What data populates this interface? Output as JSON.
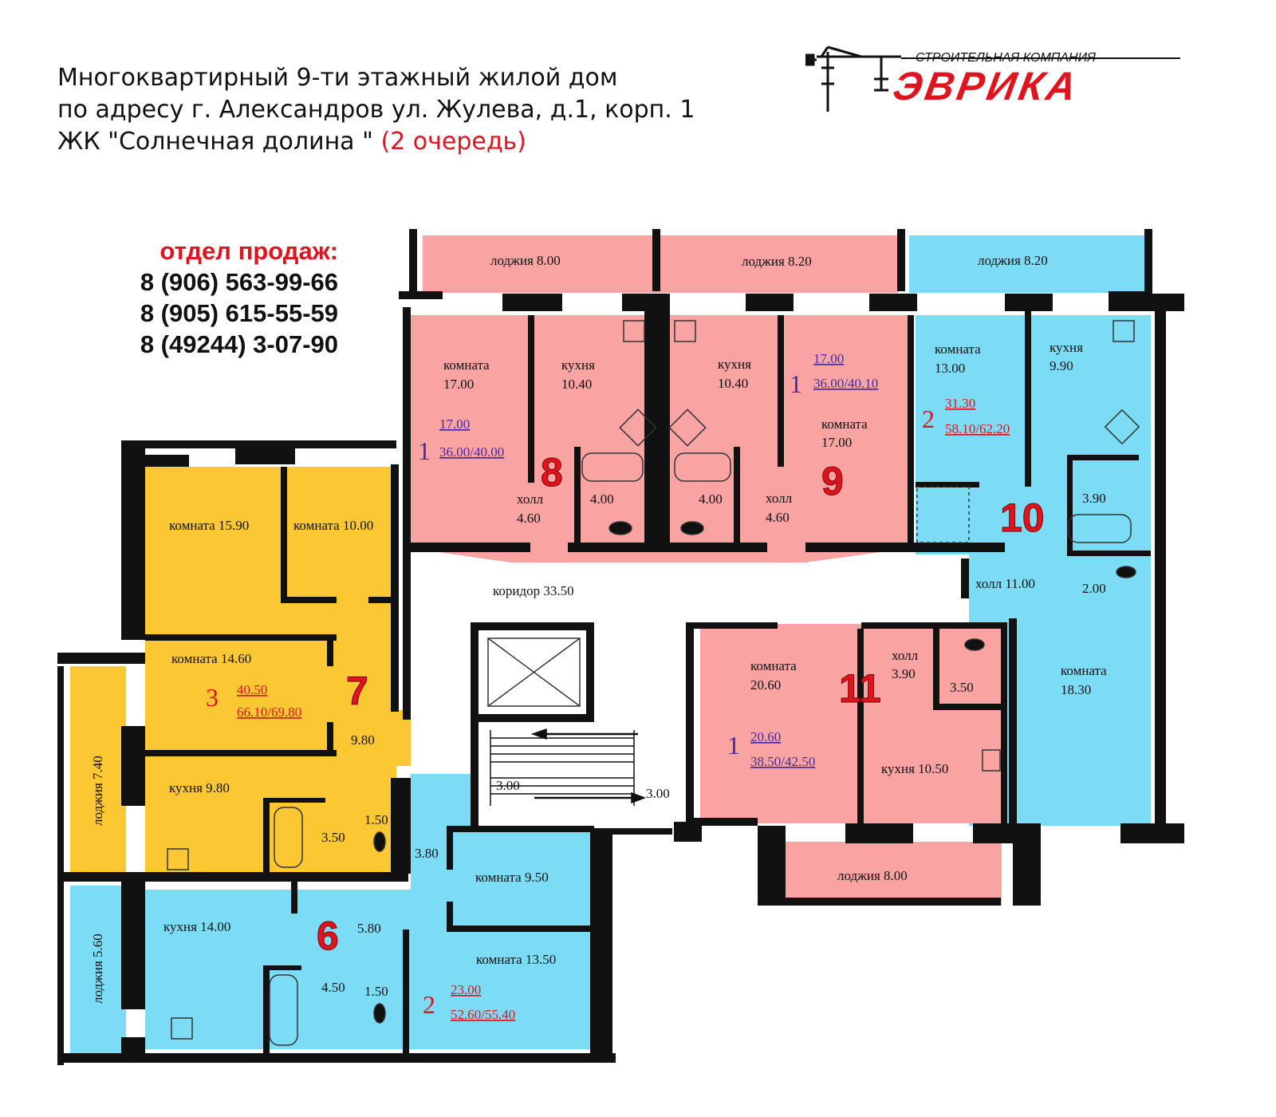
{
  "header": {
    "line1": "Многоквартирный 9-ти этажный жилой дом",
    "line2": "по адресу г. Александров ул. Жулева, д.1, корп. 1",
    "line3_main": "ЖК \"Солнечная долина \"",
    "line3_red": "(2 очередь)"
  },
  "sales": {
    "title": "отдел продаж:",
    "phones": [
      "8 (906) 563-99-66",
      "8 (905) 615-55-59",
      "8 (49244) 3-07-90"
    ]
  },
  "logo": {
    "tagline": "СТРОИТЕЛЬНАЯ КОМПАНИЯ",
    "name": "ЭВРИКА"
  },
  "colors": {
    "pink": "#f9a3a3",
    "blue": "#7ddcf5",
    "yellow": "#fbc733",
    "wall": "#111111",
    "red": "#e0141e",
    "purple": "#4a2aa0"
  },
  "apartments": [
    {
      "number": "7",
      "rooms": "3",
      "living": "40.50",
      "total": "66.10/69.80"
    },
    {
      "number": "8",
      "rooms": "1",
      "living": "17.00",
      "total": "36.00/40.00"
    },
    {
      "number": "9",
      "rooms": "1",
      "living": "17.00",
      "total": "36.00/40.10"
    },
    {
      "number": "10",
      "rooms": "2",
      "living": "31.30",
      "total": "58.10/62.20"
    },
    {
      "number": "11",
      "rooms": "1",
      "living": "20.60",
      "total": "38.50/42.50"
    },
    {
      "number": "6",
      "rooms": "2",
      "living": "23.00",
      "total": "52.60/55.40"
    }
  ],
  "labels": {
    "loggia_800_a": "лоджия 8.00",
    "loggia_820_a": "лоджия  8.20",
    "loggia_820_b": "лоджия  8.20",
    "loggia_800_b": "лоджия  8.00",
    "loggia_740": "лоджия  7.40",
    "loggia_560": "лоджия  5.60",
    "a8_room": "комната",
    "a8_room_v": "17.00",
    "a8_kitchen": "кухня",
    "a8_kitchen_v": "10.40",
    "a8_hall": "холл",
    "a8_hall_v": "4.60",
    "a8_bath": "4.00",
    "a9_kitchen": "кухня",
    "a9_kitchen_v": "10.40",
    "a9_room": "комната",
    "a9_room_v": "17.00",
    "a9_hall": "холл",
    "a9_hall_v": "4.60",
    "a9_bath": "4.00",
    "a10_room": "комната",
    "a10_room_v": "13.00",
    "a10_kitchen": "кухня",
    "a10_kitchen_v": "9.90",
    "a10_bath": "3.90",
    "a10_hall": "холл  11.00",
    "a10_wc": "2.00",
    "a10_room2": "комната",
    "a10_room2_v": "18.30",
    "a7_room1": "комната  15.90",
    "a7_room2": "комната  10.00",
    "a7_room3": "комната  14.60",
    "a7_hall": "9.80",
    "a7_kitchen": "кухня   9.80",
    "a7_bath": "3.50",
    "a7_wc": "1.50",
    "corridor": "коридор    33.50",
    "stair_left": "3.00",
    "stair_right": "3.00",
    "a11_room": "комната",
    "a11_room_v": "20.60",
    "a11_hall": "холл",
    "a11_hall_v": "3.90",
    "a11_bath": "3.50",
    "a11_kitchen": "кухня   10.50",
    "a6_hall_top": "3.80",
    "a6_room1": "комната  9.50",
    "a6_hall": "5.80",
    "a6_kitchen": "кухня   14.00",
    "a6_room2": "комната  13.50",
    "a6_bath": "4.50",
    "a6_wc": "1.50"
  }
}
